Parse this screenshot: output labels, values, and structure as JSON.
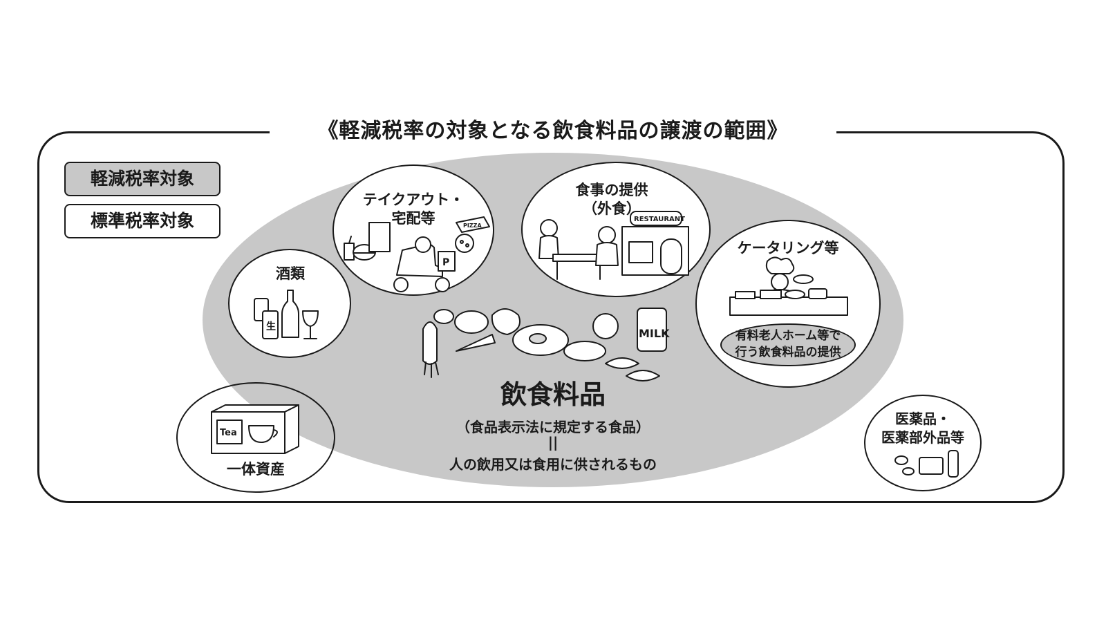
{
  "title": "《軽減税率の対象となる飲食料品の譲渡の範囲》",
  "legend": {
    "reduced": "軽減税率対象",
    "standard": "標準税率対象"
  },
  "categories": {
    "takeout": "テイクアウト・\n宅配等",
    "meal": "食事の提供\n（外食）",
    "alcohol": "酒類",
    "catering": "ケータリング等",
    "elderly_home": "有料老人ホーム等で\n行う飲食料品の提供",
    "bundled": "一体資産",
    "medicine": "医薬品・\n医薬部外品等"
  },
  "food": {
    "label": "飲食料品",
    "sub": "（食品表示法に規定する食品）",
    "equal": "||",
    "definition": "人の飲用又は食用に供されるもの"
  },
  "illustration_text": {
    "pizza_box": "PIZZA",
    "scooter_sign": "P",
    "restaurant_sign": "RESTAURANT",
    "sake_label": "生",
    "milk": "MILK",
    "tea": "Tea"
  },
  "colors": {
    "reduced_fill": "#c8c8c8",
    "standard_fill": "#ffffff",
    "line": "#1a1a1a"
  }
}
